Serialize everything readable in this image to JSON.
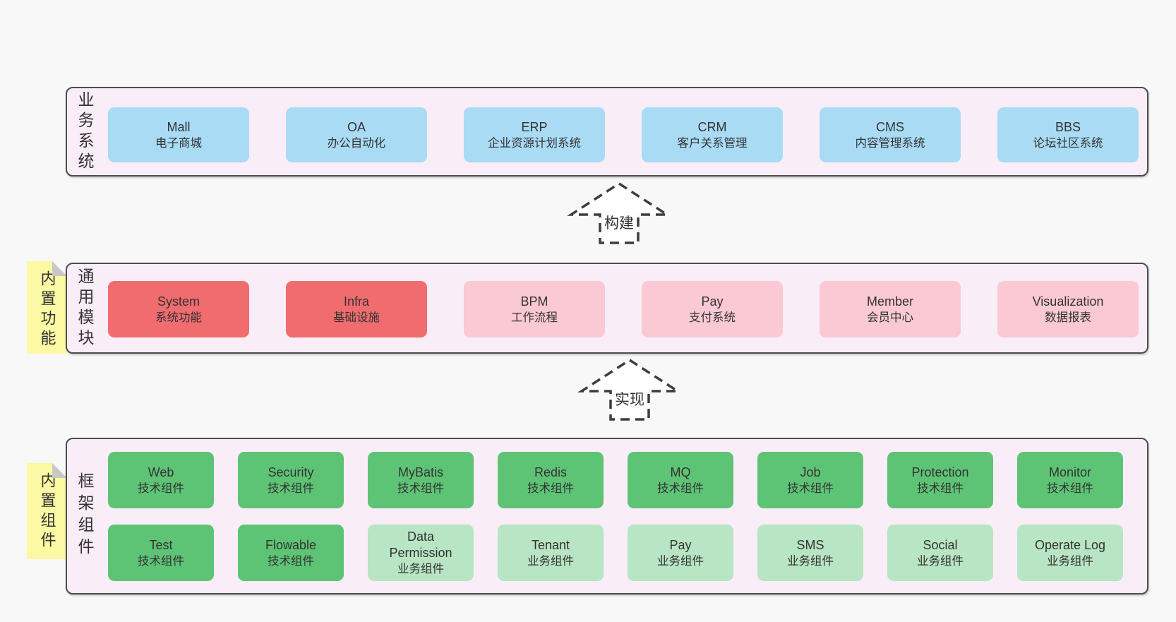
{
  "colors": {
    "page_bg": "#f8f8f8",
    "band_bg": "#f9edf7",
    "band_border": "#4c4c4c",
    "blue_box": "#a9dbf5",
    "red_box": "#f16c6e",
    "pink_box": "#fac9d3",
    "green_box": "#5ec475",
    "light_green_box": "#b8e5c3",
    "note_yellow": "#fbf9a3",
    "note_fold_gray": "#c8c8c8",
    "text": "#333333"
  },
  "arrows": [
    {
      "label": "构建"
    },
    {
      "label": "实现"
    }
  ],
  "bands": [
    {
      "label": "业务系统",
      "boxes": [
        {
          "name": "Mall",
          "desc": "电子商城",
          "type": "blue"
        },
        {
          "name": "OA",
          "desc": "办公自动化",
          "type": "blue"
        },
        {
          "name": "ERP",
          "desc": "企业资源计划系统",
          "type": "blue"
        },
        {
          "name": "CRM",
          "desc": "客户关系管理",
          "type": "blue"
        },
        {
          "name": "CMS",
          "desc": "内容管理系统",
          "type": "blue"
        },
        {
          "name": "BBS",
          "desc": "论坛社区系统",
          "type": "blue"
        }
      ]
    },
    {
      "label": "通用模块",
      "note": "内置功能",
      "boxes": [
        {
          "name": "System",
          "desc": "系统功能",
          "type": "red"
        },
        {
          "name": "Infra",
          "desc": "基础设施",
          "type": "red"
        },
        {
          "name": "BPM",
          "desc": "工作流程",
          "type": "pink"
        },
        {
          "name": "Pay",
          "desc": "支付系统",
          "type": "pink"
        },
        {
          "name": "Member",
          "desc": "会员中心",
          "type": "pink"
        },
        {
          "name": "Visualization",
          "desc": "数据报表",
          "type": "pink"
        }
      ]
    },
    {
      "label": "框架组件",
      "note": "内置组件",
      "rows": [
        {
          "boxes": [
            {
              "name": "Web",
              "desc": "技术组件",
              "type": "green"
            },
            {
              "name": "Security",
              "desc": "技术组件",
              "type": "green"
            },
            {
              "name": "MyBatis",
              "desc": "技术组件",
              "type": "green"
            },
            {
              "name": "Redis",
              "desc": "技术组件",
              "type": "green"
            },
            {
              "name": "MQ",
              "desc": "技术组件",
              "type": "green"
            },
            {
              "name": "Job",
              "desc": "技术组件",
              "type": "green"
            },
            {
              "name": "Protection",
              "desc": "技术组件",
              "type": "green"
            },
            {
              "name": "Monitor",
              "desc": "技术组件",
              "type": "green"
            }
          ]
        },
        {
          "boxes": [
            {
              "name": "Test",
              "desc": "技术组件",
              "type": "green"
            },
            {
              "name": "Flowable",
              "desc": "技术组件",
              "type": "green"
            },
            {
              "name": "Data Permission",
              "desc": "业务组件",
              "type": "lightgreen"
            },
            {
              "name": "Tenant",
              "desc": "业务组件",
              "type": "lightgreen"
            },
            {
              "name": "Pay",
              "desc": "业务组件",
              "type": "lightgreen"
            },
            {
              "name": "SMS",
              "desc": "业务组件",
              "type": "lightgreen"
            },
            {
              "name": "Social",
              "desc": "业务组件",
              "type": "lightgreen"
            },
            {
              "name": "Operate Log",
              "desc": "业务组件",
              "type": "lightgreen"
            }
          ]
        }
      ]
    }
  ]
}
